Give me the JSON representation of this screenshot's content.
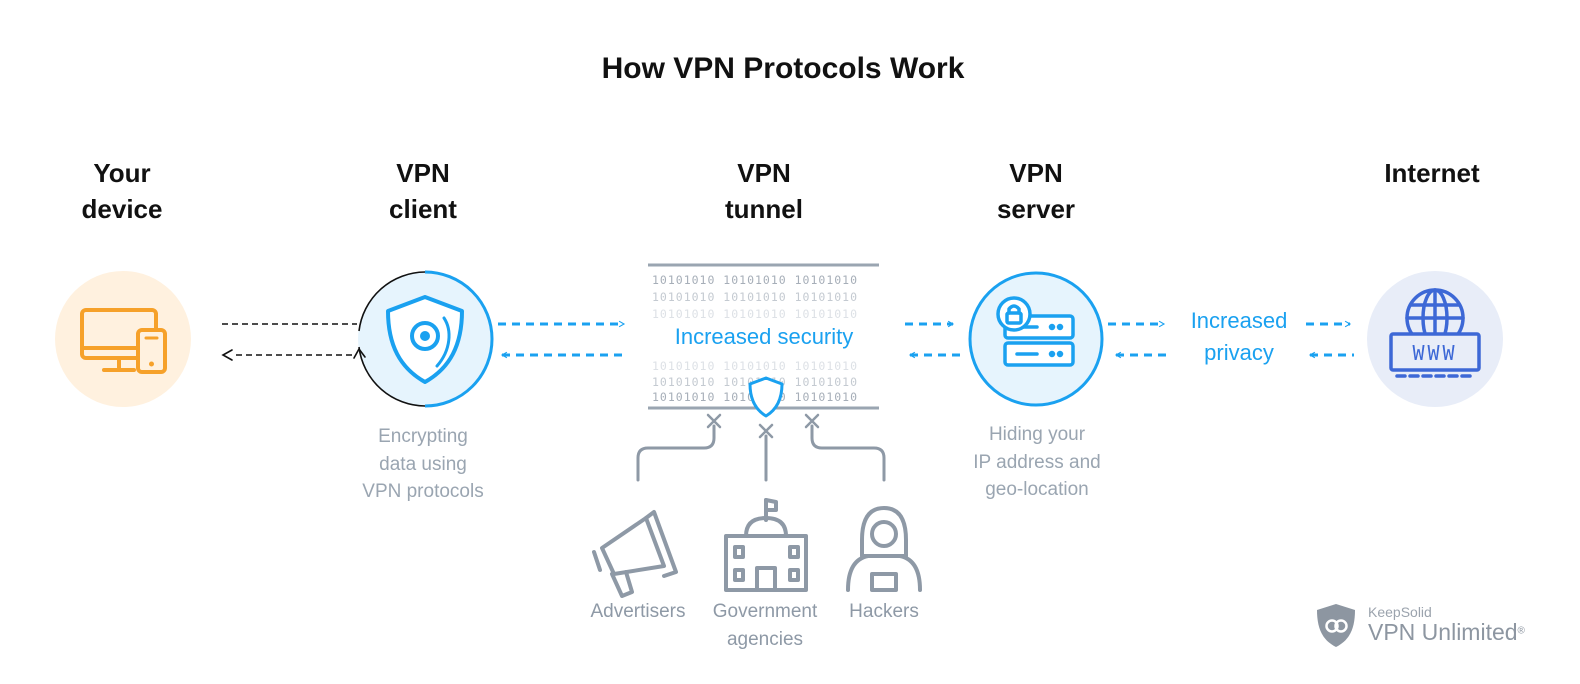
{
  "title": "How VPN Protocols Work",
  "stages": {
    "device": {
      "line1": "Your",
      "line2": "device"
    },
    "client": {
      "line1": "VPN",
      "line2": "client"
    },
    "tunnel": {
      "line1": "VPN",
      "line2": "tunnel"
    },
    "server": {
      "line1": "VPN",
      "line2": "server"
    },
    "internet": {
      "line1": "Internet"
    }
  },
  "client_caption": [
    "Encrypting",
    "data using",
    "VPN protocols"
  ],
  "tunnel_label": "Increased security",
  "binary_row": "10101010 10101010 10101010",
  "server_caption": [
    "Hiding your",
    "IP address and",
    "geo-location"
  ],
  "privacy_label": [
    "Increased",
    "privacy"
  ],
  "threats": {
    "advertisers": "Advertisers",
    "government": [
      "Government",
      "agencies"
    ],
    "hackers": "Hackers"
  },
  "globe_text": "www",
  "brand": {
    "company": "KeepSolid",
    "product": "VPN Unlimited",
    "mark": "®"
  },
  "colors": {
    "accent_blue": "#1aa1f0",
    "device_orange": "#f6a12a",
    "device_bg": "#fff1df",
    "client_bg": "#e6f4fd",
    "internet_bg": "#e8edf8",
    "internet_blue": "#3d68d6",
    "gray": "#9aa5b1"
  },
  "icons": [
    "monitor-icon",
    "phone-icon",
    "shield-eye-icon",
    "server-lock-icon",
    "globe-icon",
    "megaphone-icon",
    "building-icon",
    "hacker-icon",
    "brand-shield-icon"
  ]
}
